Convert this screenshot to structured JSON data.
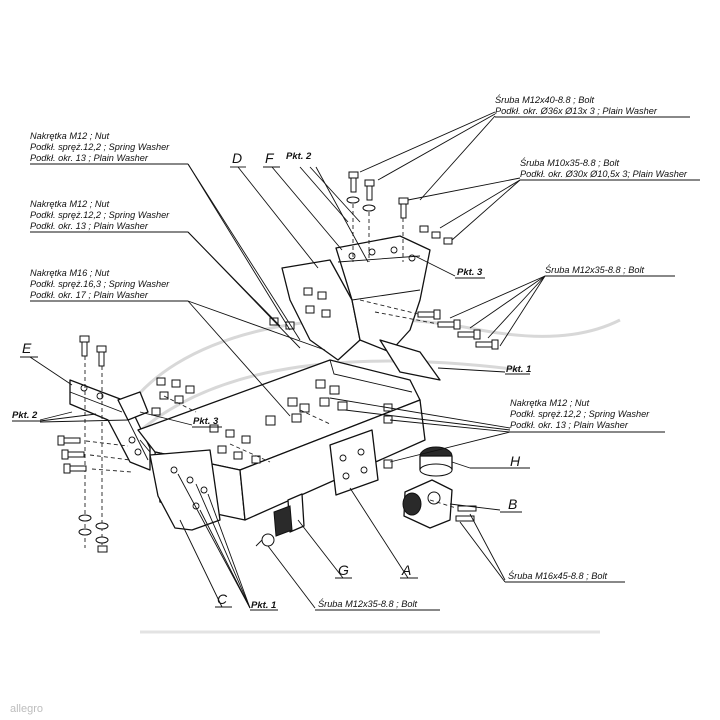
{
  "labels": {
    "nut_a": [
      "Nakrętka  M12 ; Nut",
      "Podkł. spręż.12,2 ; Spring Washer",
      "Podkł. okr. 13 ; Plain Washer"
    ],
    "nut_b": [
      "Nakrętka  M12 ; Nut",
      "Podkł. spręż.12,2 ; Spring Washer",
      "Podkł. okr. 13 ; Plain Washer"
    ],
    "nut_c": [
      "Nakrętka  M16 ; Nut",
      "Podkł. spręż.16,3 ; Spring Washer",
      "Podkł. okr. 17 ; Plain Washer"
    ],
    "nut_d": [
      "Nakrętka  M12 ; Nut",
      "Podkł. spręż.12,2 ; Spring Washer",
      "Podkł. okr. 13 ; Plain Washer"
    ],
    "bolt_m12x40": [
      "Śruba M12x40-8.8 ;  Bolt",
      "Podkł. okr.  Ø36x Ø13x 3 ; Plain Washer"
    ],
    "bolt_m10x35": [
      "Śruba M10x35-8.8 ;  Bolt",
      "Podkł. okr.  Ø30x Ø10,5x 3; Plain Washer"
    ],
    "bolt_m12x35_top": "Śruba  M12x35-8.8 ;  Bolt",
    "bolt_m12x35_bottom": "Śruba M12x35-8.8 ;  Bolt",
    "bolt_m16x45": "Śruba M16x45-8.8 ;  Bolt",
    "pkt1_right": "Pkt. 1",
    "pkt1_bottom": "Pkt. 1",
    "pkt2_top": "Pkt. 2",
    "pkt2_left": "Pkt. 2",
    "pkt3_left": "Pkt. 3",
    "pkt3_right": "Pkt. 3"
  },
  "part_letters": {
    "D": "D",
    "F": "F",
    "E": "E",
    "H": "H",
    "B": "B",
    "G": "G",
    "A": "A",
    "C": "C"
  },
  "watermark": "allegro"
}
